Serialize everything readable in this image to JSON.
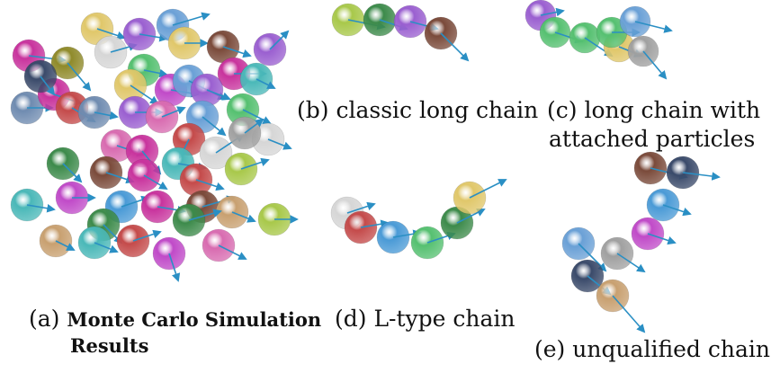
{
  "captions": {
    "a": {
      "prefix": "(a) ",
      "bold1": "Monte Carlo Simulation",
      "bold2": "Results"
    },
    "b": "(b) classic long chain",
    "c1": "(c) long chain with",
    "c2": "attached particles",
    "d": "(d) L-type chain",
    "e": "(e) unqualified chain"
  },
  "colors": {
    "arrow": "#2a8fc4",
    "palette": [
      "#c8339d",
      "#8f8a2a",
      "#9a5fd0",
      "#e0c76a",
      "#d6d6d6",
      "#7a4a3a",
      "#6aa0d6",
      "#6f8bb0",
      "#55c070",
      "#c44a4a",
      "#d86bb0",
      "#d4b36a",
      "#3c8a4a",
      "#4a9ad6",
      "#c04ac8",
      "#a8c84a",
      "#a0a0a0",
      "#4ab8b8",
      "#c8a070",
      "#3a4a6a"
    ]
  }
}
